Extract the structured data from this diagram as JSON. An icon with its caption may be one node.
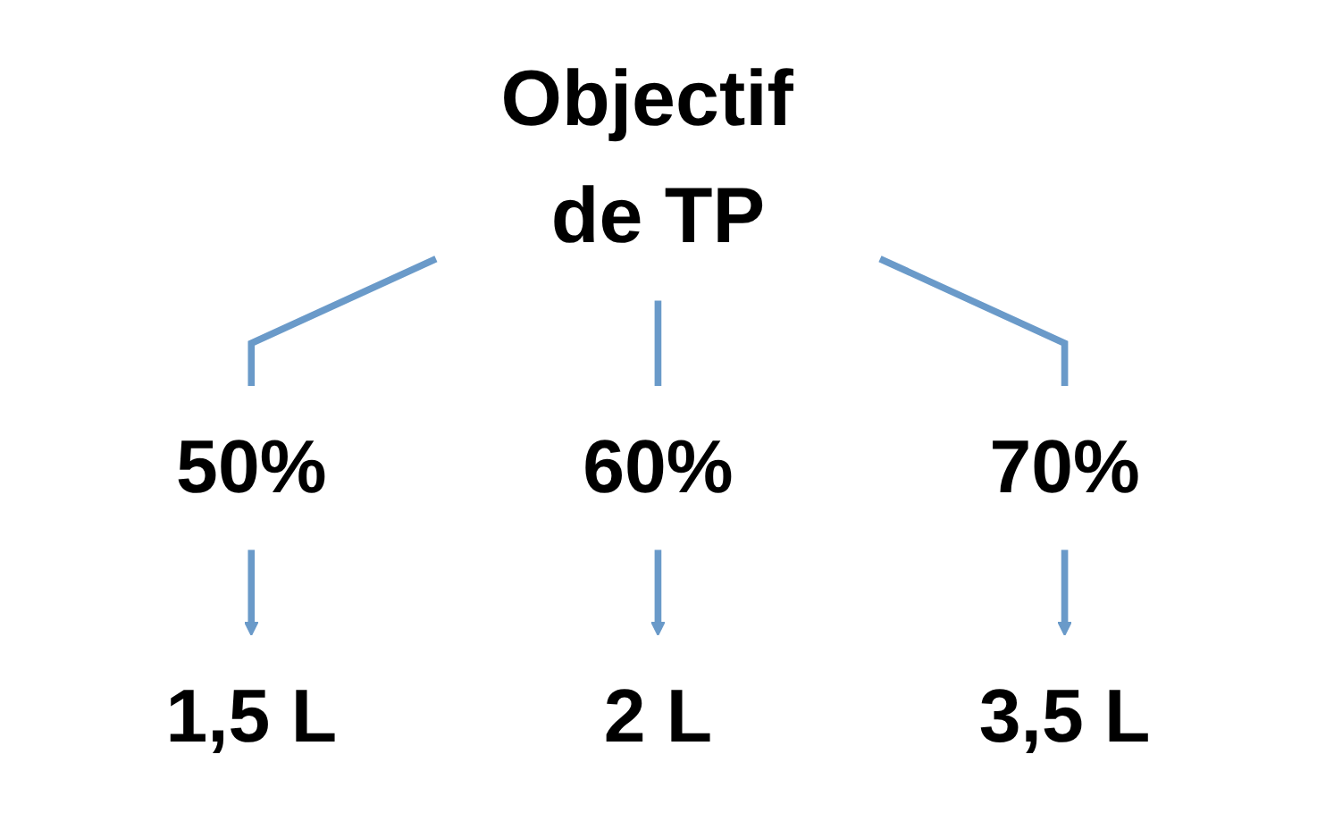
{
  "diagram": {
    "nodes": [
      {
        "text": [
          "Objectif de TP"
        ]
      },
      {
        "text": [
          "50%"
        ]
      },
      {
        "text": [
          "60%"
        ]
      },
      {
        "text": [
          "70%"
        ]
      },
      {
        "text": [
          "1,5 L"
        ]
      },
      {
        "text": [
          "2 L"
        ]
      },
      {
        "text": [
          "3,5 L"
        ]
      }
    ],
    "edges": [
      {
        "from": 0,
        "to": 1,
        "arrow": "none"
      },
      {
        "from": 0,
        "to": 2,
        "arrow": "none"
      },
      {
        "from": 0,
        "to": 3,
        "arrow": "none"
      },
      {
        "from": 1,
        "to": 4,
        "arrow": "to"
      },
      {
        "from": 2,
        "to": 5,
        "arrow": "to"
      },
      {
        "from": 3,
        "to": 6,
        "arrow": "to"
      }
    ]
  }
}
